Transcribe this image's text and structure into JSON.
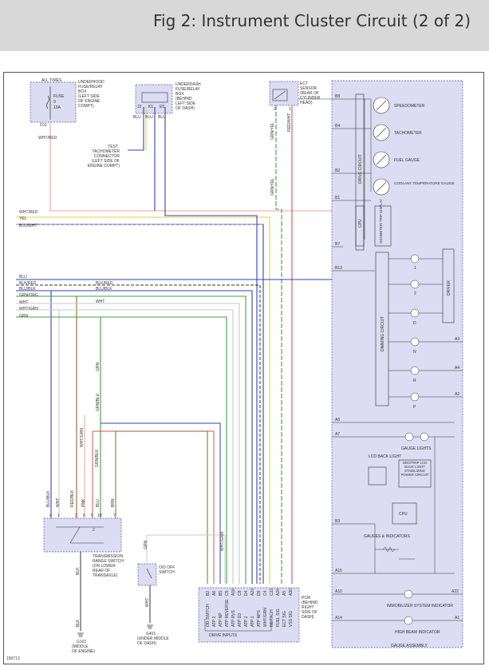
{
  "header": {
    "title": "Fig 2: Instrument Cluster Circuit (2 of 2)"
  },
  "colors": {
    "header_bg": "#d8d8d8",
    "component_fill": "#dcdcf2",
    "component_border": "#5a5aa0",
    "wire_blue": "#3040c0",
    "wire_yellow": "#e6d23c",
    "wire_red": "#e05050",
    "wire_pink": "#f0a0a0",
    "wire_green": "#40a040",
    "wire_brown": "#8a6a2a",
    "wire_grey": "#c8c8c8",
    "wire_black": "#333333"
  },
  "underhood_box": {
    "line1": "ALL TIMES",
    "fuse_label": "FUSE",
    "fuse_num": "9",
    "fuse_amp": "10A",
    "terminal": "D11",
    "desc": [
      "UNDERHOOD",
      "FUSE/RELAY",
      "BOX",
      "(LEFT SIDE",
      "OF ENGINE",
      "COMPT)"
    ]
  },
  "underdash_box": {
    "terminals": [
      "J2",
      "K1",
      "E5"
    ],
    "desc": [
      "UNDERDASH",
      "FUSE/RELAY",
      "BOX",
      "(BEHIND",
      "LEFT SIDE",
      "OF DASH)"
    ]
  },
  "ect_sensor": {
    "desc": [
      "ECT",
      "SENSOR",
      "(REAR OF",
      "CYLINDER",
      "HEAD)"
    ],
    "pins": [
      "2",
      "1"
    ]
  },
  "test_tach": {
    "desc": [
      "TEST",
      "TACHOMETER",
      "CONNECTOR",
      "(LEFT SIDE OF",
      "ENGINE COMPT)"
    ]
  },
  "wire_labels": {
    "wht_red": "WHT/RED",
    "yel": "YEL",
    "blu_wht": "BLU/WHT",
    "blu": "BLU",
    "blk_red": "BLK/RED",
    "blu_blk": "BLU/BLK",
    "grn_org": "GRN/ORG",
    "wht": "WHT",
    "wht_grn": "WHT/GRN",
    "grn": "GRN",
    "grn_yel": "GRN/YEL",
    "red_wht": "RED/WHT",
    "blk": "BLK",
    "pnk": "PNK",
    "brn": "BRN",
    "grn_blu": "GRN/BLU",
    "red_blk": "RED/BLK"
  },
  "gauge_assembly": {
    "gauges": [
      "SPEEDOMETER",
      "TACHOMETER",
      "FUEL GAUGE",
      "COOLANT TEMPERATURE GAUGE"
    ],
    "pins_left": [
      "B8",
      "B4",
      "B2",
      "B1",
      "B7",
      "B13",
      "A6",
      "A7",
      "B3",
      "A15",
      "A10",
      "A14"
    ],
    "pins_right": [
      "A3",
      "A4",
      "A2",
      "A22",
      "A1"
    ],
    "cpu": "CPU",
    "odometer": "ODOMETER/ TRIP DISPLAY",
    "drive_circuit": "DRIVE CIRCUIT",
    "dimming_circuit": "DIMMING CIRCUIT",
    "driver": "DRIVER",
    "gear_lamps": [
      "1",
      "2",
      "D",
      "N",
      "R",
      "P"
    ],
    "gauge_lights": "GAUGE LIGHTS",
    "lcd_back_light": "LCD BACK LIGHT",
    "lcd_power": "ODO/TRIP LCD BACK LIGHT STABILIZING POWER CIRCUIT",
    "cpu2": "CPU",
    "gauges_indicators": "GAUGES & INDICATORS",
    "immobilizer": "IMMOBILIZER SYSTEM INDICATOR",
    "high_beam": "HIGH BEAM INDICATOR",
    "assembly_label": "GAUGE ASSEMBLY"
  },
  "trans_switch": {
    "pins": [
      "4",
      "1",
      "3",
      "6",
      "5",
      "10",
      "7",
      "2"
    ],
    "desc": [
      "TRANSMISSION",
      "RANGE SWITCH",
      "(ON LOWER",
      "REAR OF",
      "TRANSAXLE)"
    ]
  },
  "od_switch": {
    "desc": [
      "O/D OFF",
      "SWITCH"
    ],
    "pins": [
      "1",
      "2"
    ]
  },
  "grounds": [
    {
      "id": "G101",
      "desc": [
        "(MIDDLE",
        "OF ENGINE)"
      ]
    },
    {
      "id": "G401",
      "desc": [
        "(UNDER MIDDLE",
        "OF DASH)"
      ]
    }
  ],
  "pcm": {
    "desc": [
      "PCM",
      "(BEHIND",
      "RIGHT",
      "SIDE OF",
      "DASH)"
    ],
    "pins": [
      "B2",
      "A6",
      "B5",
      "C5",
      "A18",
      "C8",
      "D4",
      "A23",
      "D9",
      "C4",
      "C22",
      "A24",
      "A5",
      "A30"
    ],
    "signals": [
      "OD SWITCH",
      "ATP 2",
      "ATP NP",
      "ATP REVERSE",
      "ATP RVS",
      "ATP D3",
      "ATP 2",
      "ATP 1",
      "ATP NPS",
      "WHT/GRN",
      "NE/TACH",
      "FUEL SIG",
      "ECT SIG",
      "VSS SIG"
    ],
    "footer": "DRIVE INPUTS"
  },
  "figure_id": "150713"
}
